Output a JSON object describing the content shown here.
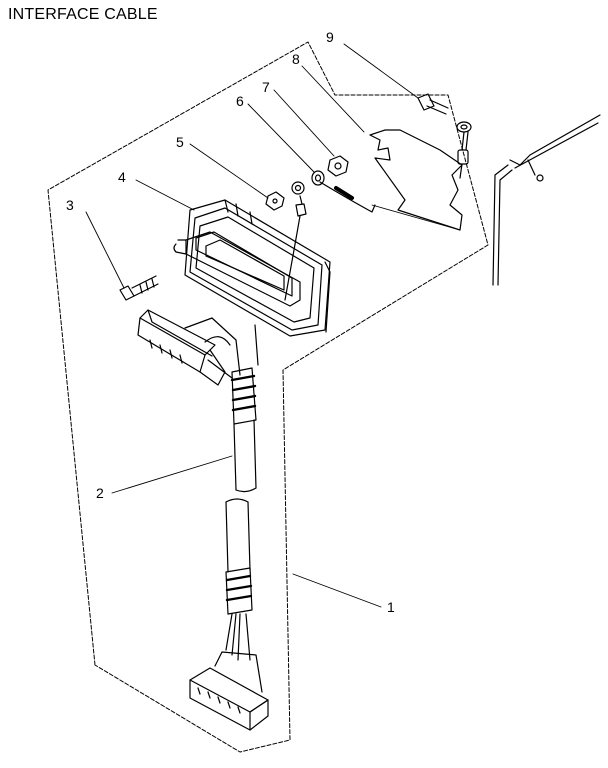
{
  "title": "INTERFACE CABLE",
  "callouts": [
    {
      "id": "1",
      "label": "1"
    },
    {
      "id": "2",
      "label": "2"
    },
    {
      "id": "3",
      "label": "3"
    },
    {
      "id": "4",
      "label": "4"
    },
    {
      "id": "5",
      "label": "5"
    },
    {
      "id": "6",
      "label": "6"
    },
    {
      "id": "7",
      "label": "7"
    },
    {
      "id": "8",
      "label": "8"
    },
    {
      "id": "9",
      "label": "9"
    }
  ],
  "colors": {
    "ink": "#000000",
    "paper": "#ffffff"
  }
}
